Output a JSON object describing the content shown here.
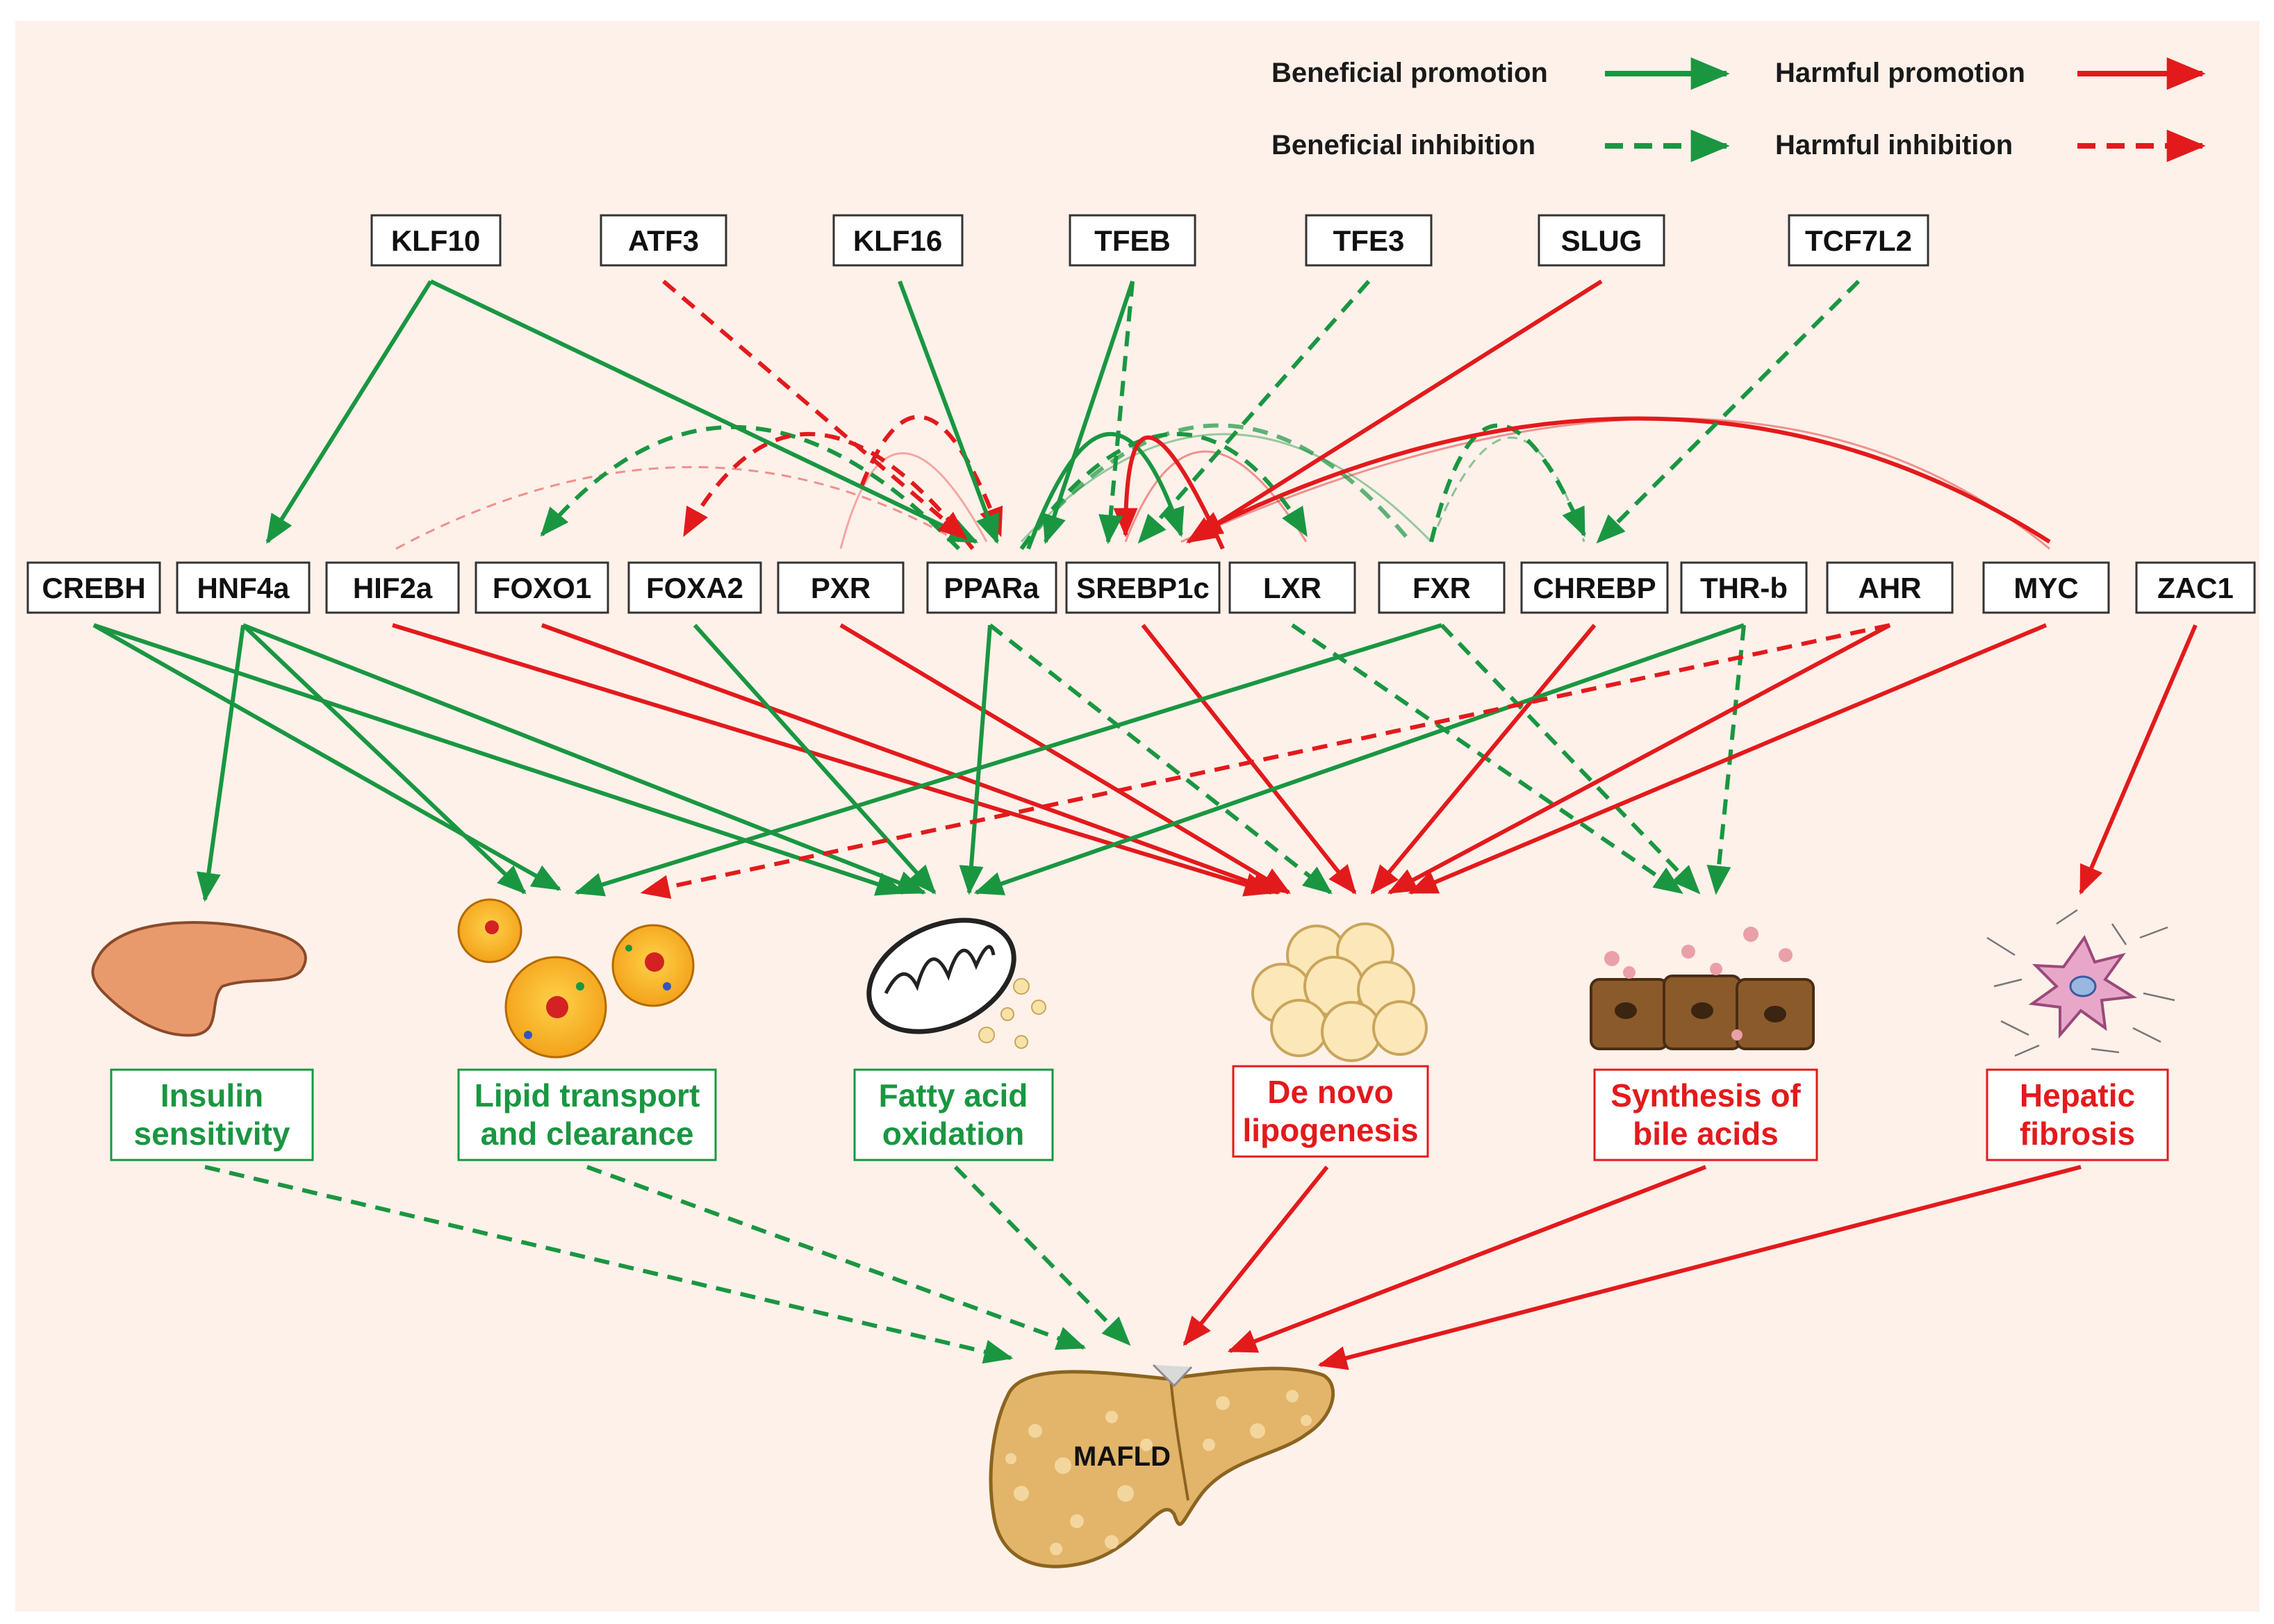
{
  "legend": {
    "beneficial_promotion": "Beneficial promotion",
    "harmful_promotion": "Harmful promotion",
    "beneficial_inhibition": "Beneficial inhibition",
    "harmful_inhibition": "Harmful inhibition"
  },
  "colors": {
    "beneficial": "#1a9641",
    "harmful": "#e31a1c",
    "background": "#fdf1ea"
  },
  "upstream_factors": [
    "KLF10",
    "ATF3",
    "KLF16",
    "TFEB",
    "TFE3",
    "SLUG",
    "TCF7L2"
  ],
  "core_factors": [
    "CREBH",
    "HNF4a",
    "HIF2a",
    "FOXO1",
    "FOXA2",
    "PXR",
    "PPARa",
    "SREBP1c",
    "LXR",
    "FXR",
    "CHREBP",
    "THR-b",
    "AHR",
    "MYC",
    "ZAC1"
  ],
  "outcomes": [
    {
      "line1": "Insulin",
      "line2": "sensitivity",
      "effect": "beneficial",
      "icon": "pancreas-icon"
    },
    {
      "line1": "Lipid transport",
      "line2": "and clearance",
      "effect": "beneficial",
      "icon": "lipoprotein-icon"
    },
    {
      "line1": "Fatty acid",
      "line2": "oxidation",
      "effect": "beneficial",
      "icon": "mitochondrion-icon"
    },
    {
      "line1": "De novo",
      "line2": "lipogenesis",
      "effect": "harmful",
      "icon": "adipocytes-icon"
    },
    {
      "line1": "Synthesis of",
      "line2": "bile acids",
      "effect": "harmful",
      "icon": "hepatocytes-icon"
    },
    {
      "line1": "Hepatic",
      "line2": "fibrosis",
      "effect": "harmful",
      "icon": "stellate-cell-icon"
    }
  ],
  "disease": {
    "label": "MAFLD",
    "icon": "liver-icon"
  },
  "edges": [
    {
      "from": "KLF10",
      "to": "HNF4a",
      "type": "beneficial_promotion"
    },
    {
      "from": "KLF10",
      "to": "PPARa",
      "type": "beneficial_promotion"
    },
    {
      "from": "ATF3",
      "to": "PPARa",
      "type": "harmful_inhibition"
    },
    {
      "from": "KLF16",
      "to": "PPARa",
      "type": "beneficial_promotion"
    },
    {
      "from": "TFEB",
      "to": "PPARa",
      "type": "beneficial_promotion"
    },
    {
      "from": "TFEB",
      "to": "SREBP1c",
      "type": "beneficial_inhibition"
    },
    {
      "from": "TFE3",
      "to": "SREBP1c",
      "type": "beneficial_inhibition"
    },
    {
      "from": "SLUG",
      "to": "SREBP1c",
      "type": "harmful_promotion"
    },
    {
      "from": "TCF7L2",
      "to": "CHREBP",
      "type": "beneficial_inhibition"
    },
    {
      "from": "CREBH",
      "to": "Lipid transport and clearance",
      "type": "beneficial_promotion"
    },
    {
      "from": "CREBH",
      "to": "Fatty acid oxidation",
      "type": "beneficial_promotion"
    },
    {
      "from": "HNF4a",
      "to": "Insulin sensitivity",
      "type": "beneficial_promotion"
    },
    {
      "from": "HNF4a",
      "to": "Lipid transport and clearance",
      "type": "beneficial_promotion"
    },
    {
      "from": "HNF4a",
      "to": "Fatty acid oxidation",
      "type": "beneficial_promotion"
    },
    {
      "from": "HIF2a",
      "to": "De novo lipogenesis",
      "type": "harmful_promotion"
    },
    {
      "from": "FOXO1",
      "to": "De novo lipogenesis",
      "type": "harmful_promotion"
    },
    {
      "from": "FOXA2",
      "to": "Fatty acid oxidation",
      "type": "beneficial_promotion"
    },
    {
      "from": "PXR",
      "to": "De novo lipogenesis",
      "type": "harmful_promotion"
    },
    {
      "from": "PPARa",
      "to": "Fatty acid oxidation",
      "type": "beneficial_promotion"
    },
    {
      "from": "PPARa",
      "to": "De novo lipogenesis",
      "type": "beneficial_inhibition"
    },
    {
      "from": "SREBP1c",
      "to": "De novo lipogenesis",
      "type": "harmful_promotion"
    },
    {
      "from": "LXR",
      "to": "Synthesis of bile acids",
      "type": "beneficial_inhibition"
    },
    {
      "from": "FXR",
      "to": "Lipid transport and clearance",
      "type": "beneficial_promotion"
    },
    {
      "from": "FXR",
      "to": "Synthesis of bile acids",
      "type": "beneficial_inhibition"
    },
    {
      "from": "CHREBP",
      "to": "De novo lipogenesis",
      "type": "harmful_promotion"
    },
    {
      "from": "THR-b",
      "to": "Fatty acid oxidation",
      "type": "beneficial_promotion"
    },
    {
      "from": "THR-b",
      "to": "Synthesis of bile acids",
      "type": "beneficial_inhibition"
    },
    {
      "from": "AHR",
      "to": "Lipid transport and clearance",
      "type": "harmful_inhibition"
    },
    {
      "from": "AHR",
      "to": "De novo lipogenesis",
      "type": "harmful_promotion"
    },
    {
      "from": "MYC",
      "to": "De novo lipogenesis",
      "type": "harmful_promotion"
    },
    {
      "from": "ZAC1",
      "to": "Hepatic fibrosis",
      "type": "harmful_promotion"
    },
    {
      "from": "Insulin sensitivity",
      "to": "MAFLD",
      "type": "beneficial_inhibition"
    },
    {
      "from": "Lipid transport and clearance",
      "to": "MAFLD",
      "type": "beneficial_inhibition"
    },
    {
      "from": "Fatty acid oxidation",
      "to": "MAFLD",
      "type": "beneficial_inhibition"
    },
    {
      "from": "De novo lipogenesis",
      "to": "MAFLD",
      "type": "harmful_promotion"
    },
    {
      "from": "Synthesis of bile acids",
      "to": "MAFLD",
      "type": "harmful_promotion"
    },
    {
      "from": "Hepatic fibrosis",
      "to": "MAFLD",
      "type": "harmful_promotion"
    }
  ]
}
